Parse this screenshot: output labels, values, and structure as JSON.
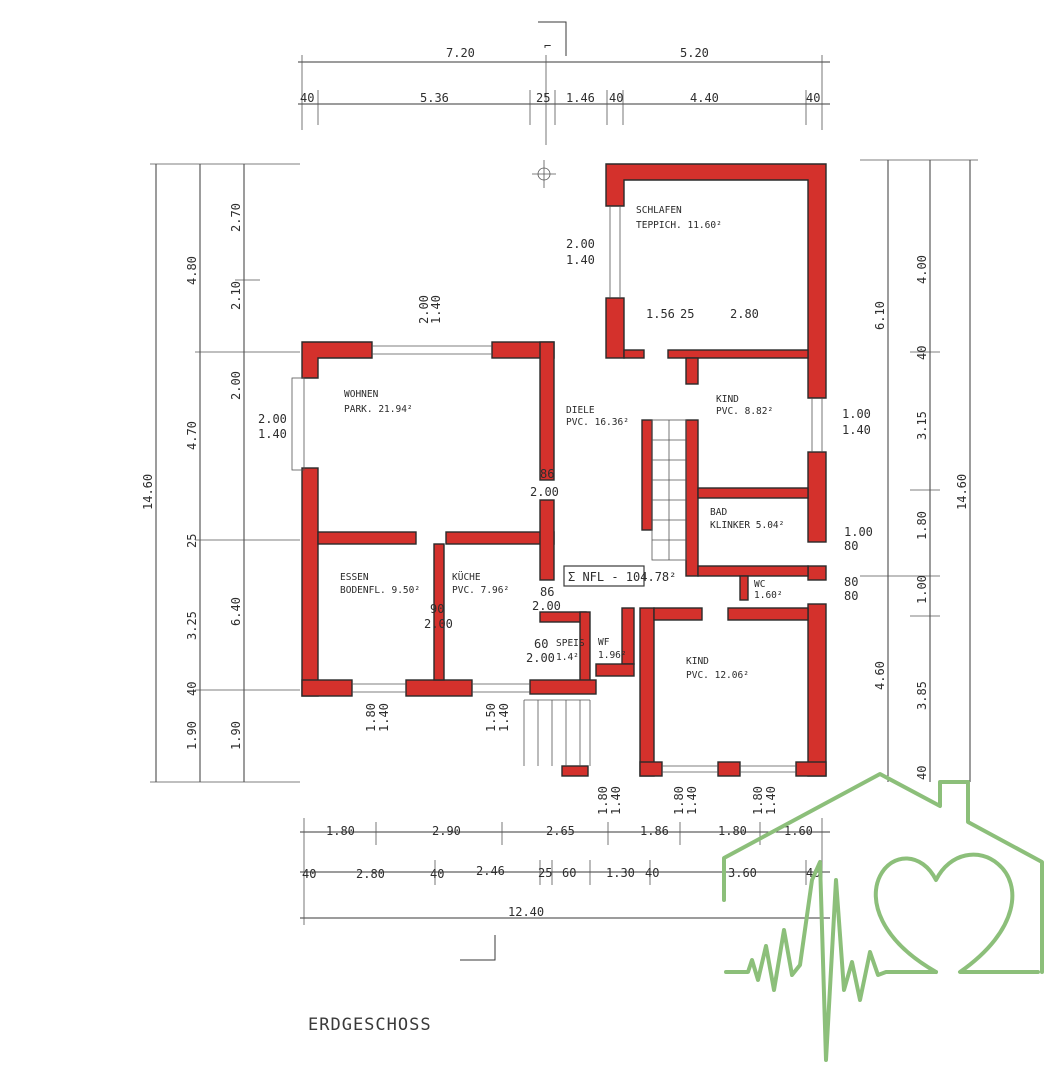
{
  "plan": {
    "title": "ERDGESCHOSS",
    "total_area": "Σ NFL - 104.78²",
    "dims_top_outer": [
      "7.20",
      "5.20"
    ],
    "dims_top_inner": [
      "40",
      "5.36",
      "25",
      "1.46",
      "40",
      "4.40",
      "40"
    ],
    "dims_bottom_inner": [
      "1.80",
      "2.90",
      "2.65",
      "1.86",
      "1.80",
      "1.60"
    ],
    "dims_bottom_outer": [
      "40",
      "2.80",
      "40",
      "2.46",
      "25",
      "60",
      "1.30",
      "40",
      "3.60",
      "40"
    ],
    "dims_bottom_total": "12.40",
    "dims_left_outer": [
      "14.60"
    ],
    "dims_left_mid": [
      "4.80",
      "4.70",
      "6.40",
      "1.90"
    ],
    "dims_left_inner": [
      "2.70",
      "2.10",
      "2.00",
      "25",
      "3.25",
      "40",
      "1.90"
    ],
    "dims_right_outer": [
      "14.60"
    ],
    "dims_right_mid": [
      "6.10",
      "4.60"
    ],
    "dims_right_inner": [
      "4.00",
      "40",
      "3.15",
      "1.80",
      "1.00",
      "3.85",
      "40"
    ],
    "rooms": [
      {
        "name": "SCHLAFEN",
        "area": "TEPPICH. 11.60²"
      },
      {
        "name": "WOHNEN",
        "area": "PARK. 21.94²"
      },
      {
        "name": "DIELE",
        "area": "PVC. 16.36²"
      },
      {
        "name": "KIND",
        "area": "PVC. 8.82²"
      },
      {
        "name": "BAD",
        "area": "KLINKER 5.04²"
      },
      {
        "name": "ESSEN",
        "area": "BODENFL. 9.50²"
      },
      {
        "name": "KÜCHE",
        "area": "PVC. 7.96²"
      },
      {
        "name": "SPEIS",
        "area": "1.4²"
      },
      {
        "name": "WF",
        "area": "1.96²"
      },
      {
        "name": "WC",
        "area": "1.60²"
      },
      {
        "name": "KIND",
        "area": "PVC. 12.06²"
      }
    ],
    "openings": [
      "2.00",
      "1.40",
      "2.00",
      "1.40",
      "2.00",
      "1.40",
      "86",
      "2.00",
      "90",
      "2.00",
      "86",
      "2.00",
      "60",
      "2.00",
      "1.80",
      "1.40",
      "1.50",
      "1.40",
      "1.80",
      "1.40",
      "1.80",
      "1.40",
      "1.80",
      "1.40",
      "1.00",
      "1.40",
      "1.00",
      "80",
      "80",
      "80",
      "1.56",
      "25",
      "2.80"
    ]
  },
  "logo": {
    "name": "house-heart-logo-icon",
    "color": "#8cbf7a"
  }
}
